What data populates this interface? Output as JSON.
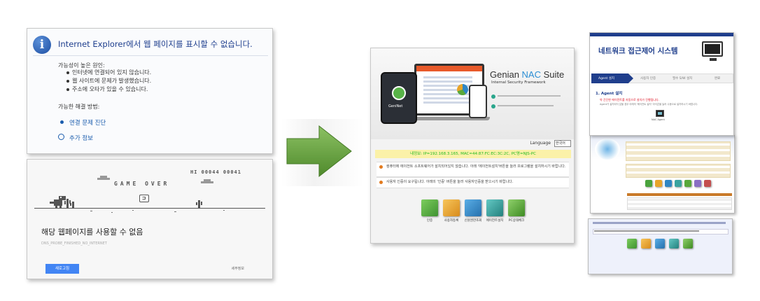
{
  "ie": {
    "title": "Internet Explorer에서 웹 페이지를 표시할 수 없습니다.",
    "causes_heading": "가능성이 높은 원인:",
    "causes": [
      "인터넷에 연결되어 있지 않습니다.",
      "웹 사이트에 문제가 발생했습니다.",
      "주소에 오타가 있을 수 있습니다."
    ],
    "solutions_heading": "가능한 해결 방법:",
    "diagnose_link": "연결 문제 진단",
    "more_info_link": "추가 정보"
  },
  "dino": {
    "score": "HI 00044 00041",
    "game_over": "GAME OVER",
    "message": "해당 웹페이지를 사용할 수 없음",
    "error_code": "DNS_PROBE_FINISHED_NO_INTERNET",
    "reload_button": "새로고침",
    "details_link": "세부정보"
  },
  "nac": {
    "title_prefix": "Genian ",
    "title_accent": "NAC",
    "title_suffix": " Suite",
    "subtitle": "Internal Security Framework",
    "brand": "GeniNet",
    "language_label": "Language",
    "language_value": "한국어",
    "info_bar": "내정보: IP=192.168.3.165,  MAC=44:87:FC:EC:3C:2C,  PC명=NJS-PC",
    "notice1": "컴퓨터에 에이전트 소프트웨어가 설치되어있지 않습니다. 아래 '에이전트설치'버튼을 눌러 프로그램을 설치하시기 바랍니다.",
    "notice2": "사용자 인증이 요구됩니다. 아래의 '인증' 버튼을 눌러 사용자인증을 받으시기 바랍니다.",
    "tiles": [
      {
        "label": "인증",
        "color": "#4aa33d"
      },
      {
        "label": "사용자등록",
        "color": "#e8a42a"
      },
      {
        "label": "신원권한조회",
        "color": "#2f86c4"
      },
      {
        "label": "에이전트설치",
        "color": "#3aa3a0"
      },
      {
        "label": "PC상태체크",
        "color": "#59a83a"
      }
    ]
  },
  "portal": {
    "title": "네트워크 접근제어 시스템",
    "steps": [
      "Agent 설치",
      "사용자 인증",
      "필수 S/W 설치",
      "완료"
    ],
    "section": "1. Agent 설치",
    "warning": "약 간단한 에이전트를 자동으로 설치가 진행됩니다.",
    "sub": "Agent가 설치되지 않을 경우 아래의 '에이전트 설치' 아이콘을 눌러 수동으로 설치하시기 바랍니다.",
    "agent_label": "NAC Agent"
  },
  "colors": {
    "accent": "#2f74c6",
    "arrow": "#5a9a35",
    "nav_dark": "#1f3e8c"
  }
}
